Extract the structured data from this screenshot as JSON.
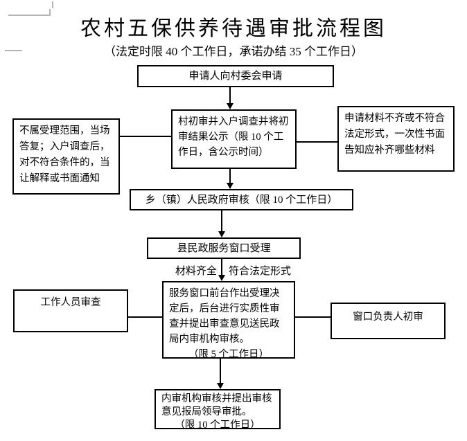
{
  "page": {
    "title": "农村五保供养待遇审批流程图",
    "subtitle": "（法定时限 40 个工作日，承诺办结 35 个工作日）"
  },
  "flow": {
    "apply": "申请人向村委会申请",
    "village_review": "村初审并入户调查并将初审结果公示（限 10 个工作日，含公示时间）",
    "not_accepted": "不属受理范围，当场答复；入户调查后，对不符合条件的，当让解释或书面通知",
    "materials_incomplete": "申请材料不齐或不符合法定形式，一次性书面告知应补齐哪些材料",
    "township_review": "乡（镇）人民政府审核（限 10 个工作日）",
    "county_window": "县民政服务窗口受理",
    "label_materials_complete": "材料齐全",
    "label_legal_form": "符合法定形式",
    "service_window": "服务窗口前台作出受理决定后，后台进行实质性审查并提出审查意见送民政局内审机构审核。",
    "service_window_limit": "（限 5 个工作日）",
    "staff_review": "工作人员审查",
    "window_chief_review": "窗口负责人初审",
    "internal_audit": "内审机构审核并提出审核意见报局领导审批。",
    "internal_audit_limit": "（限 10 个工作日）"
  },
  "colors": {
    "line": "#000000",
    "background": "#ffffff",
    "text": "#000000",
    "artifact_gray": "#b3b3b3"
  }
}
